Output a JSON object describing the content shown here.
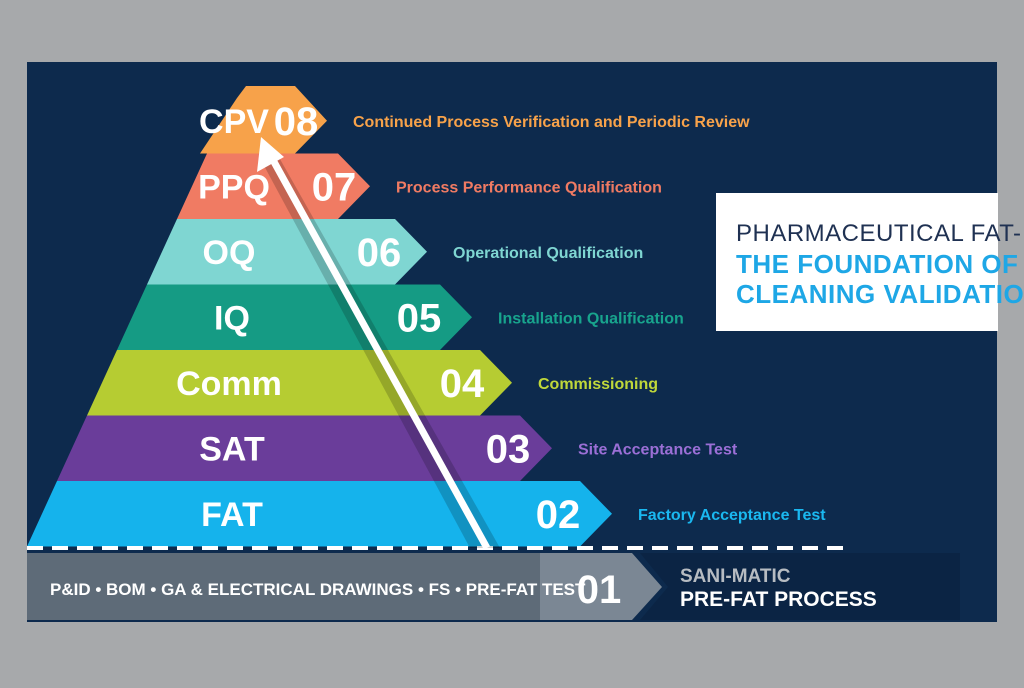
{
  "levels": [
    {
      "abbr": "CPV",
      "num": "08",
      "label": "Continued Process Verification and Periodic Review",
      "color": "#f7a24a",
      "label_color": "#f7a24a"
    },
    {
      "abbr": "PPQ",
      "num": "07",
      "label": "Process Performance Qualification",
      "color": "#f07b63",
      "label_color": "#f07b63"
    },
    {
      "abbr": "OQ",
      "num": "06",
      "label": "Operational Qualification",
      "color": "#7fd6d2",
      "label_color": "#7fd6d2"
    },
    {
      "abbr": "IQ",
      "num": "05",
      "label": "Installation Qualification",
      "color": "#159b84",
      "label_color": "#18a48d"
    },
    {
      "abbr": "Comm",
      "num": "04",
      "label": "Commissioning",
      "color": "#b6cc32",
      "label_color": "#c0d83a"
    },
    {
      "abbr": "SAT",
      "num": "03",
      "label": "Site Acceptance Test",
      "color": "#6a3d9a",
      "label_color": "#9b6fd6"
    },
    {
      "abbr": "FAT",
      "num": "02",
      "label": "Factory Acceptance Test",
      "color": "#15b3ec",
      "label_color": "#1ab8f0"
    }
  ],
  "base": {
    "items": "P&ID  •  BOM  •  GA & ELECTRICAL DRAWINGS  •  FS  •  PRE-FAT TEST",
    "num": "01",
    "process_line1": "SANI-MATIC",
    "process_line2": "PRE-FAT PROCESS",
    "color": "#5e6b78"
  },
  "panel": {
    "line1": "PHARMACEUTICAL FAT-",
    "line2": "THE FOUNDATION OF",
    "line3": "CLEANING VALIDATION"
  },
  "colors": {
    "background": "#0d2a4d",
    "frame": "#a7a9ab",
    "accent_blue": "#1ea7e6"
  }
}
